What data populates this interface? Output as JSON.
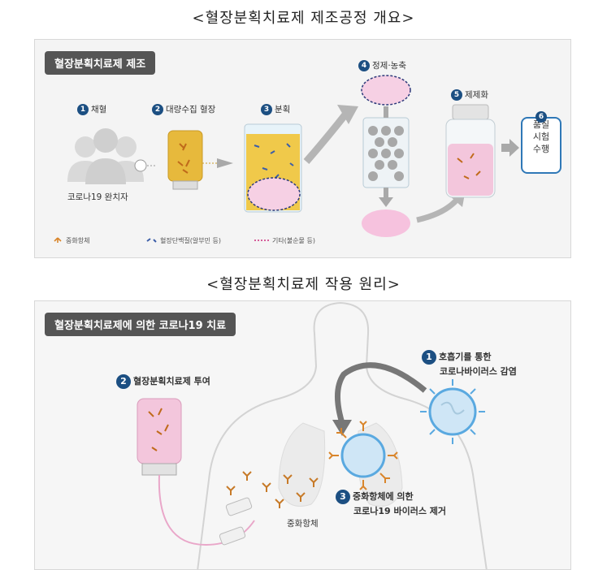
{
  "headings": {
    "process": "<혈장분획치료제 제조공정 개요>",
    "principle": "<혈장분획치료제 작용 원리>"
  },
  "process_panel": {
    "tag": "혈장분획치료제 제조",
    "steps": [
      {
        "num": "1",
        "label": "채혈"
      },
      {
        "num": "2",
        "label": "대량수집 혈장"
      },
      {
        "num": "3",
        "label": "분획"
      },
      {
        "num": "4",
        "label": "정제·농축"
      },
      {
        "num": "5",
        "label": "제제화"
      }
    ],
    "donor_label": "코로나19 완치자",
    "qc": {
      "num": "6",
      "lines": [
        "품질",
        "시험",
        "수행"
      ]
    },
    "legend": {
      "antibody": "중화항체",
      "protein": "혈장단백질(알부민 등)",
      "other": "기타(불순물 등)"
    }
  },
  "principle_panel": {
    "tag": "혈장분획치료제에 의한 코로나19 치료",
    "step1": {
      "num": "1",
      "line1": "호흡기를 통한",
      "line2": "코로나바이러스 감염"
    },
    "step2": {
      "num": "2",
      "label": "혈장분획치료제 투여"
    },
    "step3": {
      "num": "3",
      "line1": "중화항체에 의한",
      "line2": "코로나19 바이러스 제거"
    },
    "antibody_label": "중화항체"
  },
  "colors": {
    "step_badge": "#1c4f82",
    "plasma_yellow": "#e7b93c",
    "antibody_orange": "#d9852b",
    "pink": "#f3c6dc",
    "virus_blue": "#5aa9e0",
    "arrow_gray": "#9a9a9a"
  }
}
